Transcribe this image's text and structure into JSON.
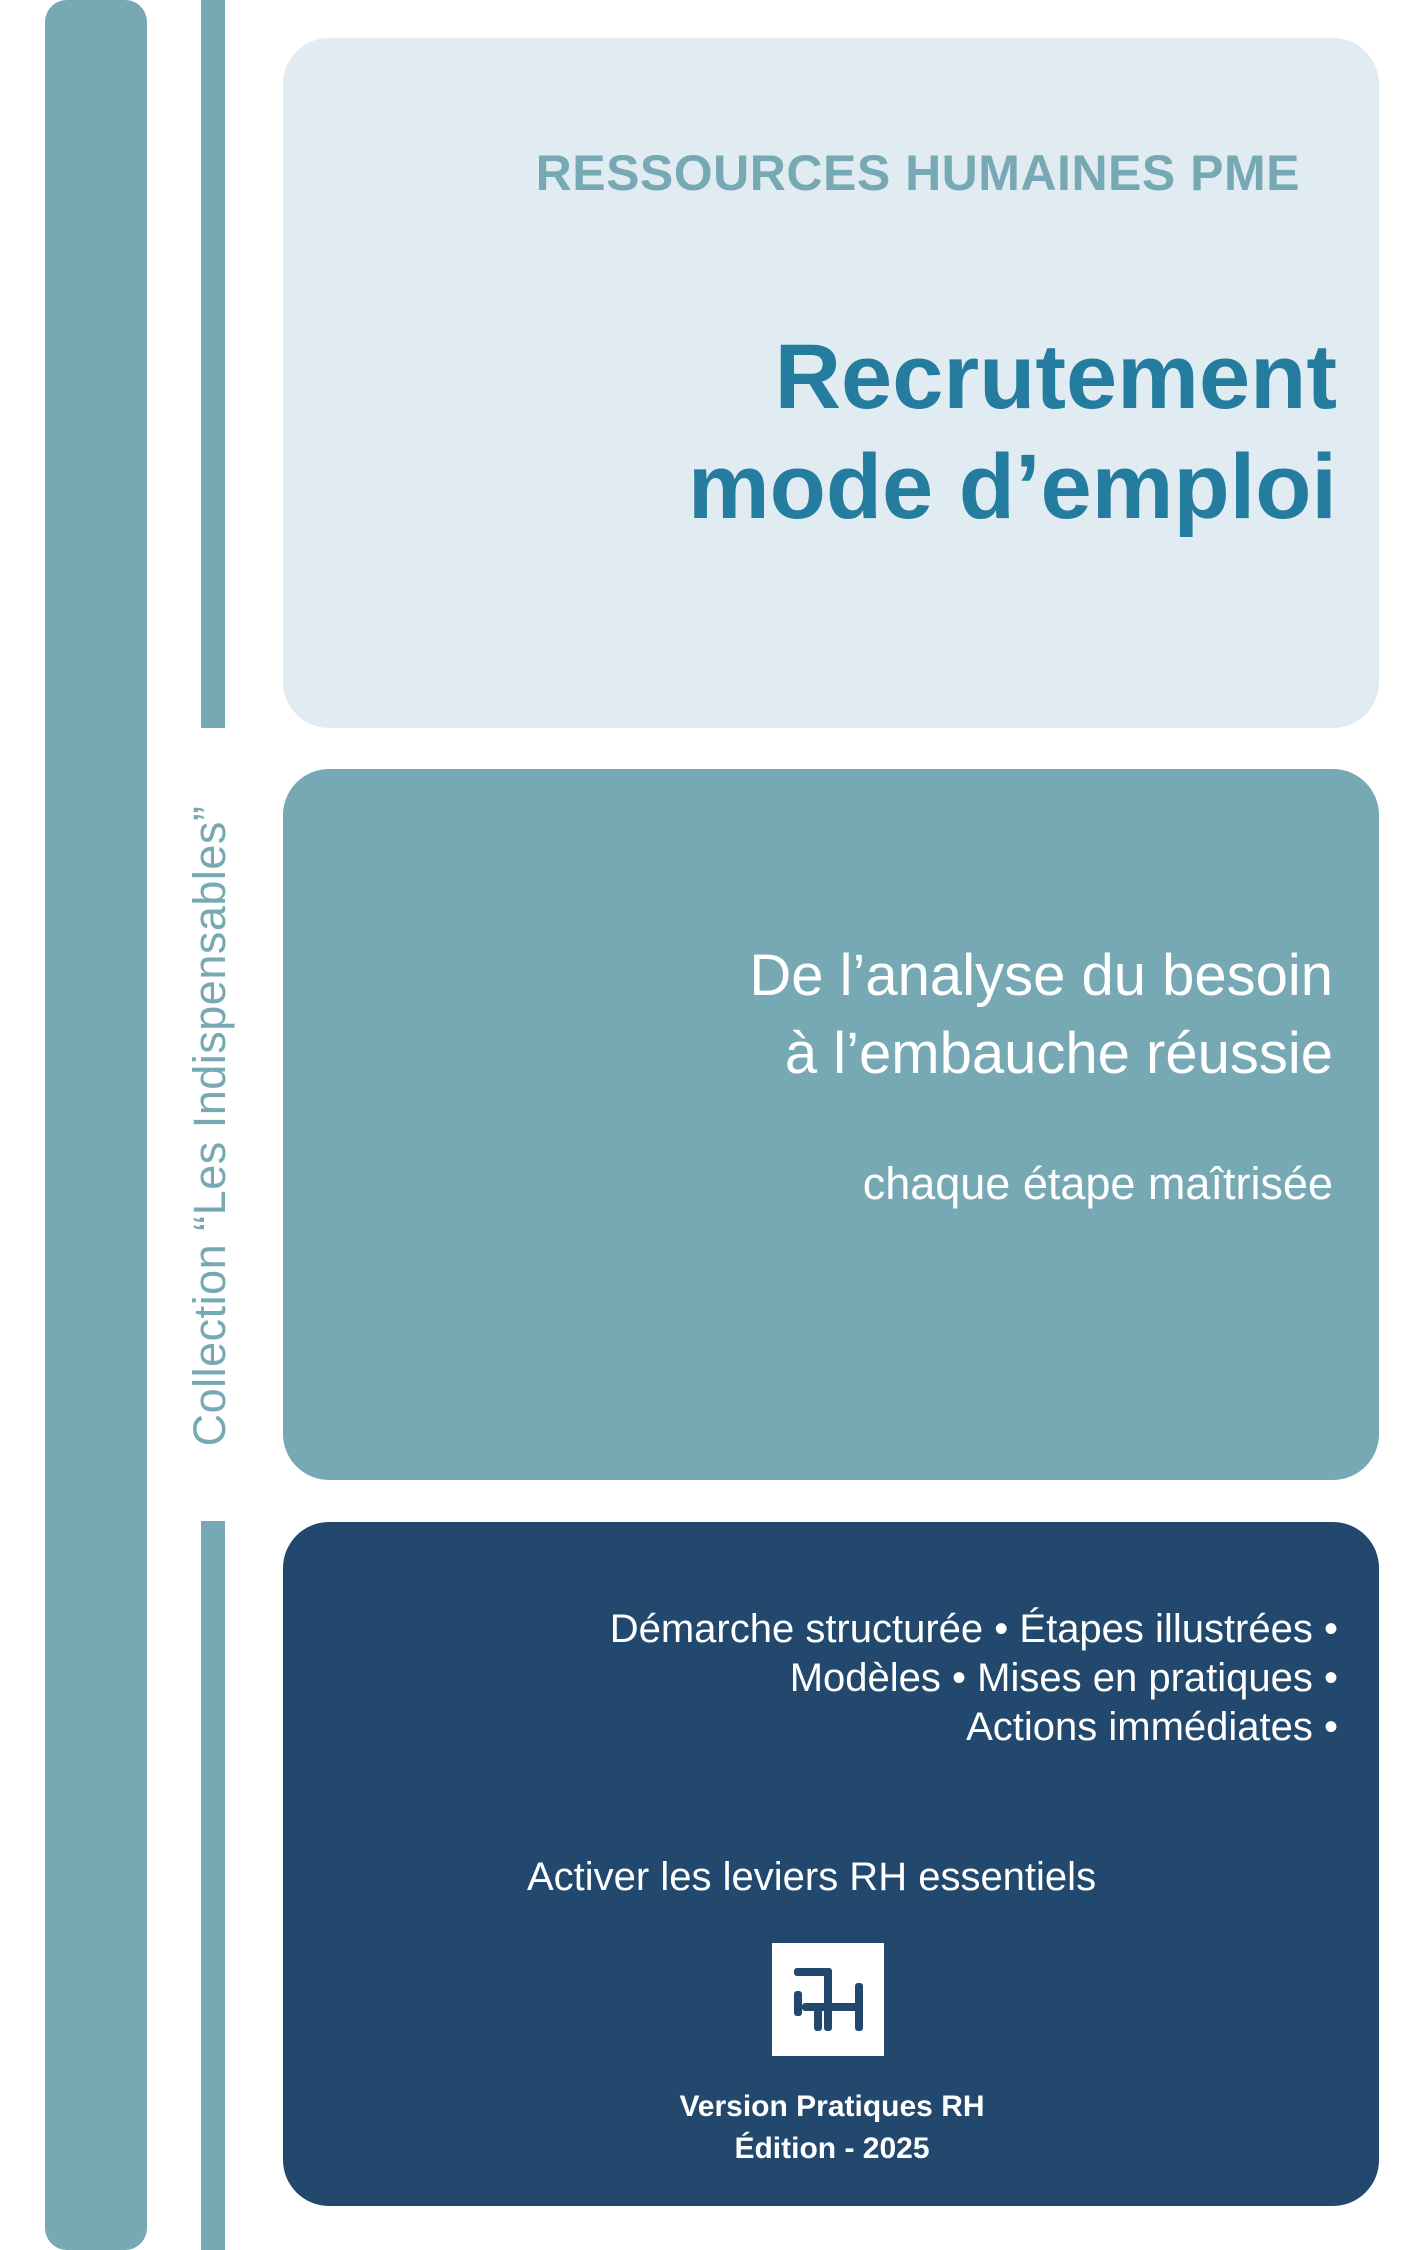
{
  "cover": {
    "collection_label": "Collection “Les Indispensables”",
    "kicker": "RESSOURCES HUMAINES PME",
    "title_lines": [
      "Recrutement",
      "mode d’emploi"
    ],
    "subtitle_lines": [
      "De l’analyse du besoin",
      "à l’embauche réussie"
    ],
    "tagline": "chaque étape maîtrisée",
    "features_lines": [
      "Démarche structurée • Étapes illustrées •",
      "Modèles • Mises en pratiques •",
      "Actions immédiates •"
    ],
    "cta": "Activer les leviers RH essentiels",
    "logo_icon": "rh-monogram-logo",
    "version": "Version Pratiques RH",
    "edition": "Édition - 2025"
  },
  "colors": {
    "teal": "#77a9b4",
    "light_panel": "#e0ecf1",
    "title_blue": "#247c9f",
    "navy": "#23486e",
    "white": "#ffffff"
  }
}
